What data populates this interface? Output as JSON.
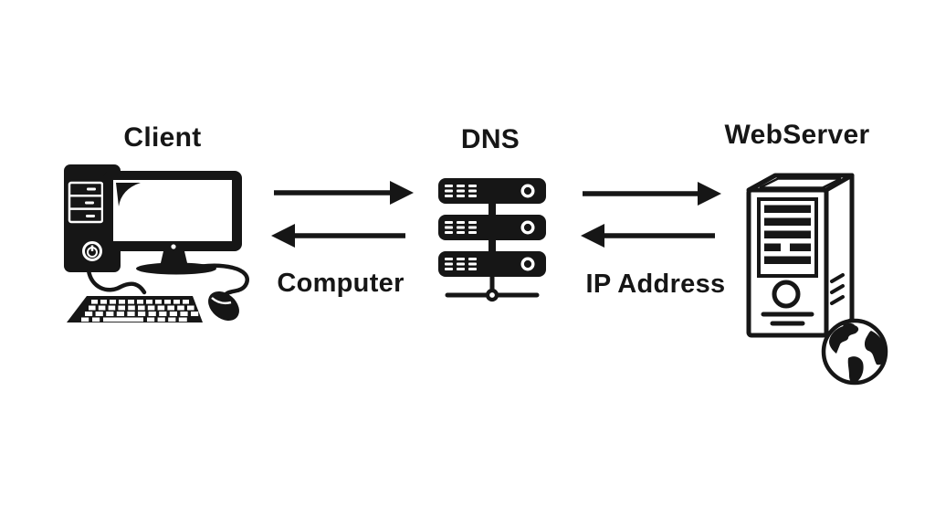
{
  "page": {
    "background_color": "#ffffff",
    "ink_color": "#161616"
  },
  "diagram": {
    "type": "network-flow",
    "nodes": [
      {
        "id": "client",
        "label": "Client",
        "icon": "desktop-computer-icon"
      },
      {
        "id": "dns",
        "label": "DNS",
        "icon": "server-stack-icon"
      },
      {
        "id": "webserver",
        "label": "WebServer",
        "icon": "tower-server-globe-icon"
      }
    ],
    "edges": [
      {
        "from": "client",
        "to": "dns",
        "direction": "bidirectional",
        "label": "Computer"
      },
      {
        "from": "dns",
        "to": "webserver",
        "direction": "bidirectional",
        "label": "IP Address"
      }
    ]
  }
}
